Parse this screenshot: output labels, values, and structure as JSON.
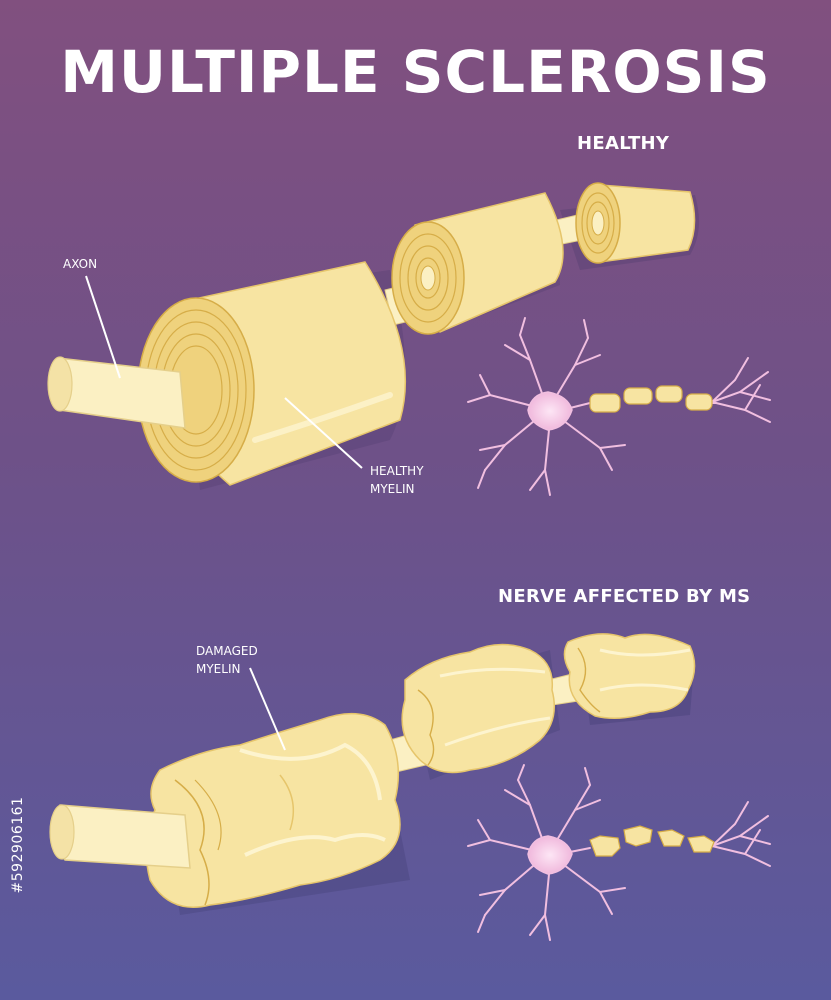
{
  "title": "MULTIPLE SCLEROSIS",
  "healthy": {
    "label": "HEALTHY",
    "axon_label": "AXON",
    "myelin_label_line1": "HEALTHY",
    "myelin_label_line2": "MYELIN"
  },
  "affected": {
    "label": "NERVE AFFECTED BY MS",
    "myelin_label_line1": "DAMAGED",
    "myelin_label_line2": "MYELIN"
  },
  "stock_id": "#592906161",
  "colors": {
    "myelin": "#f7e4a2",
    "myelin_shadow": "#e6c56b",
    "myelin_ring": "#d6ad48",
    "axon": "#fbf0c3",
    "neuron": "#f1bfe0",
    "neuron_body": "#f6cce8"
  }
}
